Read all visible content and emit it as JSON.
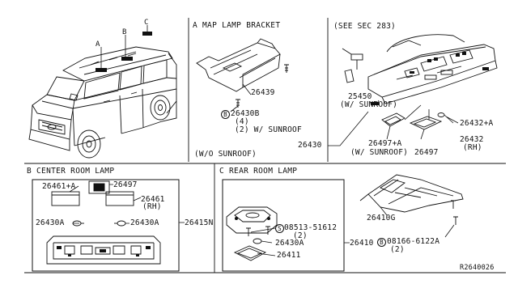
{
  "panels": {
    "vehicle": {
      "letters": [
        "A",
        "B",
        "C"
      ]
    },
    "map_lamp_bracket": {
      "title": "A  MAP LAMP BRACKET",
      "part_26439": "26439",
      "part_26430b": "26430B",
      "qty_4": "(4)",
      "qty_sunroof": "(2) W/ SUNROOF",
      "note_wo_sunroof": "(W/O SUNROOF)"
    },
    "console": {
      "see_sec": "(SEE SEC 283)",
      "part_25450": "25450",
      "note_25450": "(W/ SUNROOF)",
      "part_26432a": "26432+A",
      "part_26432": "26432",
      "note_rh": "(RH)",
      "part_26497a": "26497+A",
      "note_sunroof": "(W/ SUNROOF)",
      "part_26497": "26497",
      "part_26430": "26430"
    },
    "center_room_lamp": {
      "title": "B  CENTER ROOM LAMP",
      "part_26461a": "26461+A",
      "part_26497": "26497",
      "part_26461": "26461",
      "note_rh": "(RH)",
      "part_26430a_left": "26430A",
      "part_26430a_right": "26430A",
      "part_26415n": "26415N"
    },
    "rear_room_lamp": {
      "title": "C  REAR ROOM LAMP",
      "part_08513": "08513-51612",
      "qty_08513": "(2)",
      "part_26430a": "26430A",
      "part_26411": "26411",
      "part_26410": "26410",
      "part_26410g": "26410G",
      "part_08166": "08166-6122A",
      "qty_08166": "(2)"
    }
  },
  "drawing_id": "R2640026"
}
